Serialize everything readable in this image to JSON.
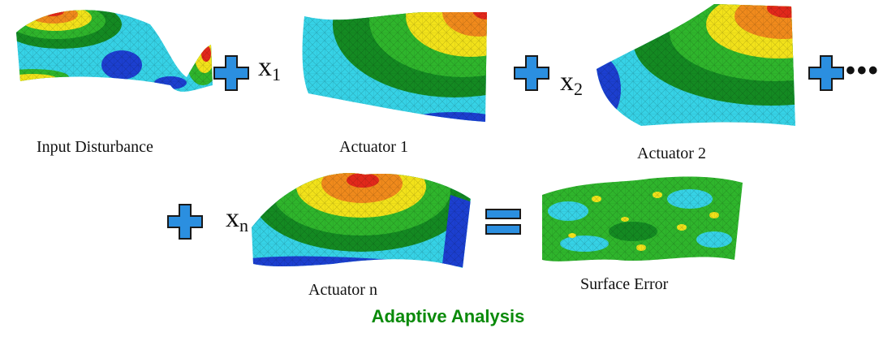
{
  "title": "Adaptive Analysis",
  "labels": {
    "input_disturbance": "Input Disturbance",
    "actuator_1": "Actuator 1",
    "actuator_2": "Actuator 2",
    "actuator_n": "Actuator n",
    "surface_error": "Surface Error"
  },
  "variables": {
    "x1_base": "x",
    "x1_sub": "1",
    "x2_base": "x",
    "x2_sub": "2",
    "xn_base": "x",
    "xn_sub": "n"
  },
  "ellipsis": "•••",
  "colors": {
    "plus_fill": "#2b8fe0",
    "plus_stroke": "#1a1a1a",
    "title": "#0a8a0a",
    "contour_red": "#e2281b",
    "contour_orange": "#f08a1c",
    "contour_yellow": "#f2e21a",
    "contour_green": "#2fb52c",
    "contour_darkgreen": "#148a22",
    "contour_cyan": "#36d2e6",
    "contour_blue": "#1c3fd0"
  }
}
